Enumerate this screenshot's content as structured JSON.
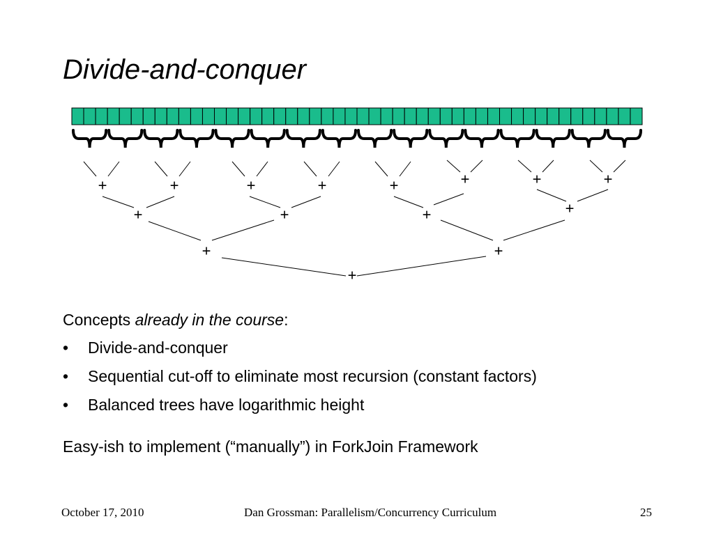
{
  "slide": {
    "title": "Divide-and-conquer",
    "concepts": {
      "lead": "Concepts ",
      "lead_italic": "already in the course",
      "lead_tail": ":",
      "bullet_glyph": "•",
      "bullets": [
        "Divide-and-conquer",
        "Sequential cut-off to eliminate most recursion (constant factors)",
        "Balanced trees have logarithmic height"
      ]
    },
    "closing": "Easy-ish to implement (“manually”) in ForkJoin Framework"
  },
  "diagram": {
    "array_cells": 48,
    "cell_color": "#1abc8c",
    "plus_symbol": "+",
    "groups": 16
  },
  "footer": {
    "date": "October 17, 2010",
    "center": "Dan Grossman: Parallelism/Concurrency Curriculum",
    "page": "25"
  }
}
